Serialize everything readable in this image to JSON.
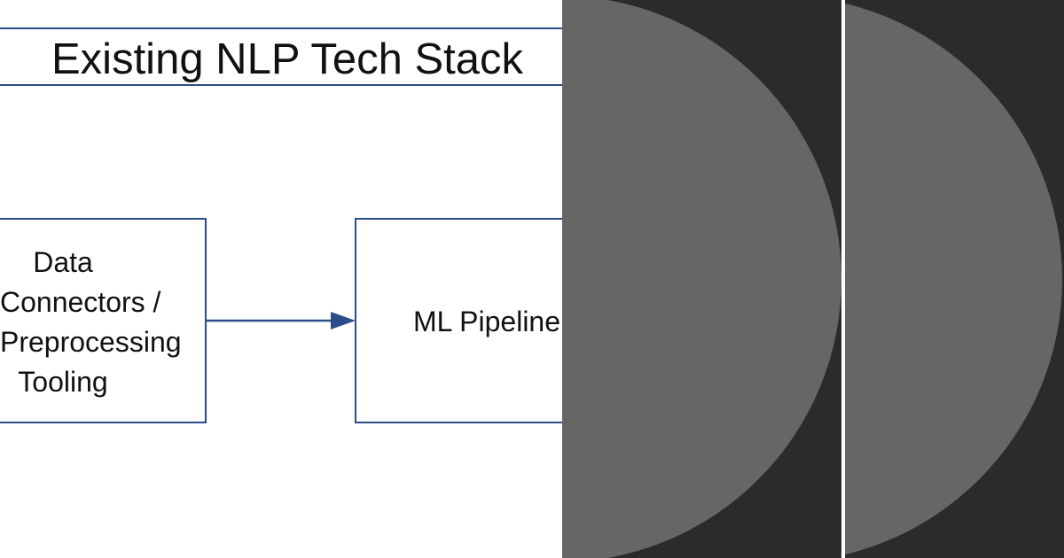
{
  "diagram": {
    "title": "Existing NLP Tech Stack",
    "boxes": {
      "data_connectors": {
        "lines": [
          "Data",
          "Connectors /",
          "Preprocessing",
          "Tooling"
        ]
      },
      "ml_pipeline": {
        "label": "ML Pipeline"
      }
    },
    "colors": {
      "accent": "#2a4d87",
      "text": "#111111",
      "background": "#ffffff"
    }
  },
  "overlay": {
    "panels": [
      {
        "shape": "half-circle",
        "fill": "#666666",
        "background": "#2b2b2b"
      },
      {
        "shape": "half-circle",
        "fill": "#666666",
        "background": "#2b2b2b"
      }
    ]
  }
}
